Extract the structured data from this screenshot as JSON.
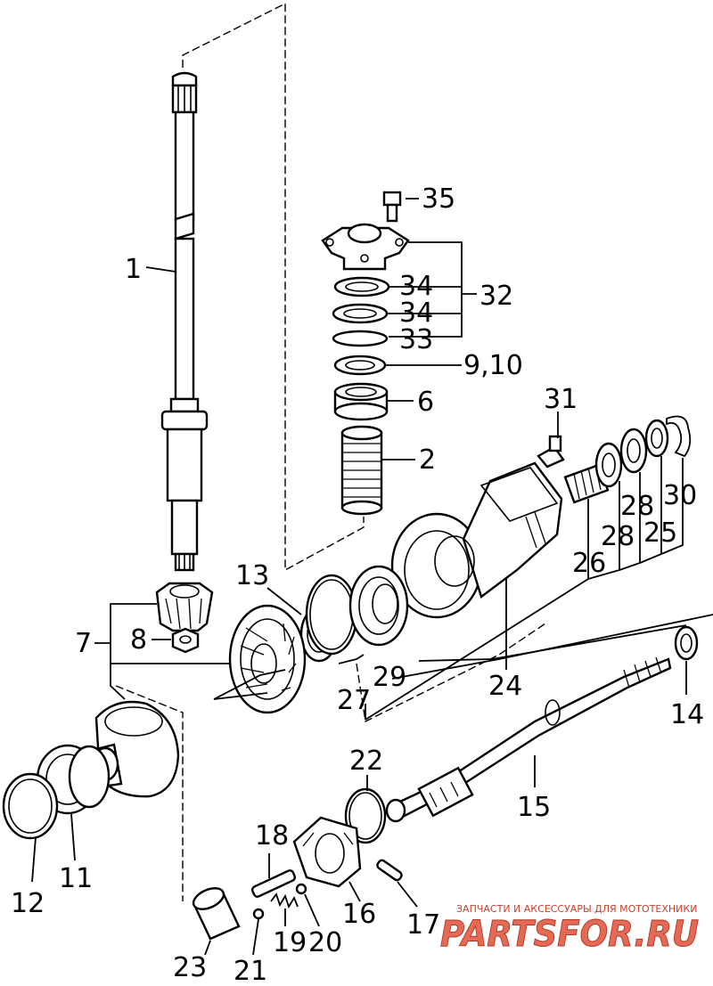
{
  "labels": {
    "p1": "1",
    "p2": "2",
    "p6": "6",
    "p7": "7",
    "p8": "8",
    "p9_10": "9,10",
    "p11": "11",
    "p12": "12",
    "p13": "13",
    "p14": "14",
    "p15": "15",
    "p16": "16",
    "p17": "17",
    "p18": "18",
    "p19": "19",
    "p20": "20",
    "p21": "21",
    "p22": "22",
    "p23": "23",
    "p24": "24",
    "p25": "25",
    "p26": "26",
    "p27": "27",
    "p28a": "28",
    "p28b": "28",
    "p29": "29",
    "p30": "30",
    "p31": "31",
    "p32": "32",
    "p33": "33",
    "p34a": "34",
    "p34b": "34",
    "p35": "35"
  },
  "watermark": {
    "tagline": "ЗАПЧАСТИ И АКСЕССУАРЫ ДЛЯ МОТОТЕХНИКИ",
    "brand": "PARTSFOR.RU"
  }
}
